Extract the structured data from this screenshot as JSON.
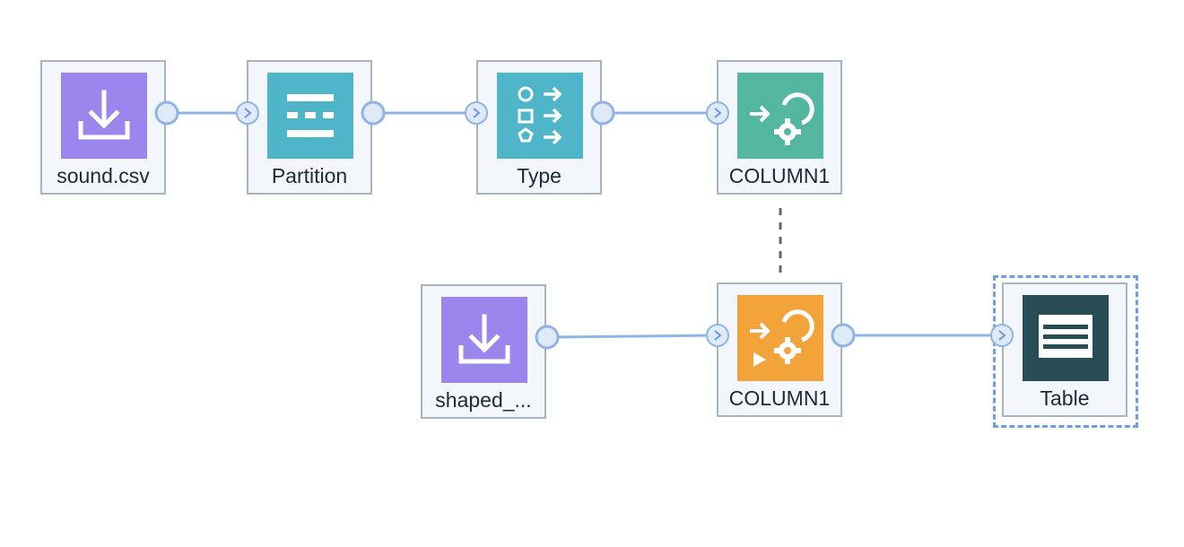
{
  "colors": {
    "source": "#9a86ec",
    "partition": "#4fb5c8",
    "type": "#4fb5c8",
    "modeling": "#52b6a0",
    "nugget": "#f2a43a",
    "output": "#284d55",
    "link": "#8fb5e6",
    "port_fill": "#dfeaf8",
    "port_stroke": "#8fb5e6",
    "node_bg": "#f3f6fa",
    "node_border": "#a7b4c2",
    "selection": "#6c9ee6",
    "model_link": "#5f6670"
  },
  "nodes": [
    {
      "id": "sound_csv",
      "label": "sound.csv",
      "icon": "import-icon"
    },
    {
      "id": "partition",
      "label": "Partition",
      "icon": "partition-icon"
    },
    {
      "id": "type",
      "label": "Type",
      "icon": "type-icon"
    },
    {
      "id": "column1_model",
      "label": "COLUMN1",
      "icon": "modeling-icon"
    },
    {
      "id": "shaped",
      "label": "shaped_...",
      "icon": "import-icon"
    },
    {
      "id": "column1_nugget",
      "label": "COLUMN1",
      "icon": "model-nugget-icon"
    },
    {
      "id": "table",
      "label": "Table",
      "icon": "table-icon"
    }
  ]
}
